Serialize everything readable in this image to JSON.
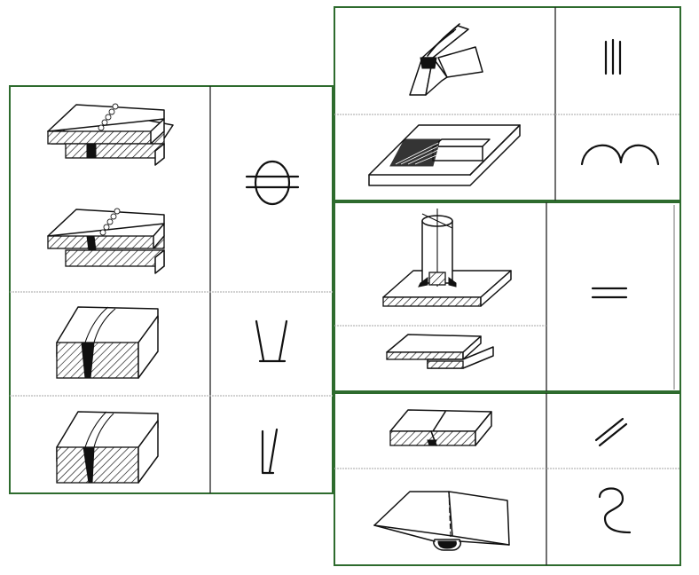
{
  "colors": {
    "frame_green": "#2e6b2e",
    "grid_gray": "#b8b8b8",
    "ink": "#111111",
    "background": "#ffffff"
  },
  "panels": [
    {
      "name": "left-panel",
      "rows": [
        {
          "illustration": "spot-weld-lap-joint",
          "symbol": "spot-weld-symbol"
        },
        {
          "illustration": "single-v-butt-weld",
          "symbol": "v-groove-symbol"
        },
        {
          "illustration": "single-bevel-butt-weld",
          "symbol": "bevel-groove-symbol"
        }
      ]
    },
    {
      "name": "top-right-panel",
      "rows": [
        {
          "illustration": "edge-flange-weld",
          "symbol": "flange-edge-symbol"
        },
        {
          "illustration": "surfacing-weld",
          "symbol": "surfacing-symbol"
        }
      ]
    },
    {
      "name": "middle-right-panel",
      "rows": [
        {
          "illustration": "stud-and-lap-weld",
          "symbol": "plug-joint-symbol"
        }
      ]
    },
    {
      "name": "bottom-right-panel",
      "rows": [
        {
          "illustration": "inclined-joint",
          "symbol": "inclined-joint-symbol"
        },
        {
          "illustration": "folded-seam-joint",
          "symbol": "folded-joint-symbol"
        }
      ]
    }
  ]
}
